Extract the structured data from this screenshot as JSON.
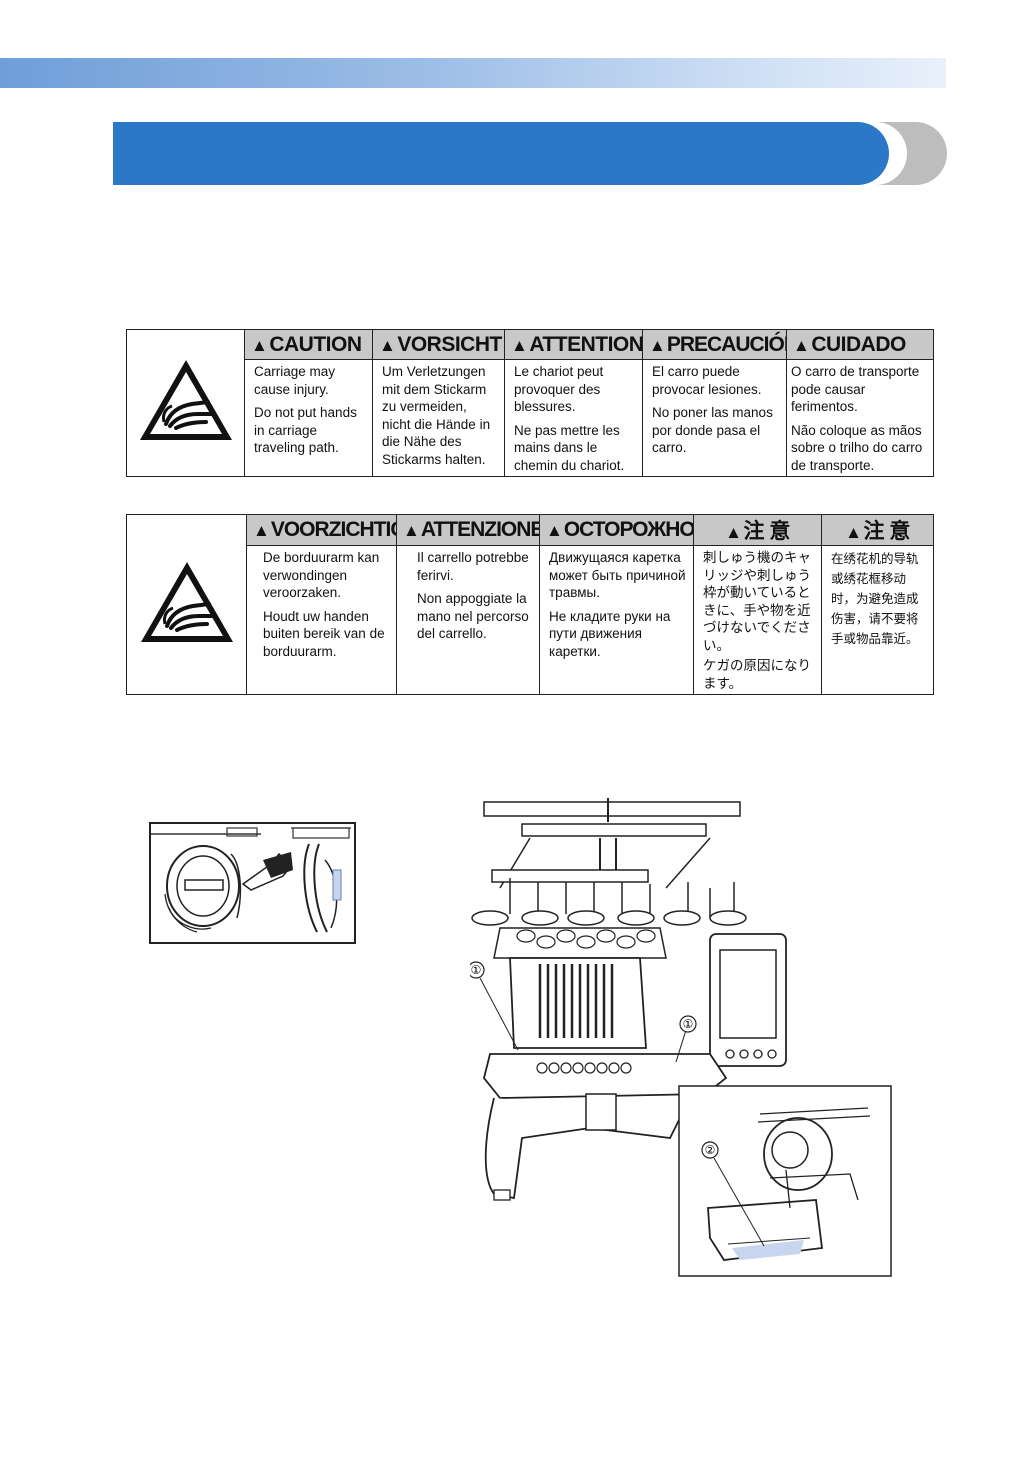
{
  "tables": [
    {
      "headers": [
        "CAUTION",
        "VORSICHT",
        "ATTENTION",
        "PRECAUCIÓN",
        "CUIDADO"
      ],
      "cells": [
        [
          "Carriage may cause injury.",
          "Do not put hands in carriage traveling path."
        ],
        [
          "Um Verletzungen mit dem Stickarm zu vermeiden, nicht die Hände in die Nähe des Stickarms halten."
        ],
        [
          "Le chariot peut provoquer des blessures.",
          "Ne pas mettre les mains dans le chemin du chariot."
        ],
        [
          "El carro puede provocar lesiones.",
          "No poner las manos por donde pasa el carro."
        ],
        [
          "O carro de transporte pode causar ferimentos.",
          "Não coloque as mãos sobre o trilho do carro de transporte."
        ]
      ]
    },
    {
      "headers": [
        "VOORZICHTIG",
        "ATTENZIONE",
        "ОСТОРОЖНО!",
        "注 意",
        "注 意"
      ],
      "cells": [
        [
          "De borduurarm kan verwondingen veroorzaken.",
          "Houdt uw handen buiten bereik van de borduurarm."
        ],
        [
          "Il carrello potrebbe ferirvi.",
          "Non appoggiate la mano nel percorso del carrello."
        ],
        [
          "Движущаяся каретка может быть причиной травмы.",
          "Не кладите руки на пути движения каретки."
        ],
        [
          "刺しゅう機のキャリッジや刺しゅう枠が動いているときに、手や物を近づけないでください。",
          "ケガの原因になります。"
        ],
        [
          "在绣花机的导轨或绣花框移动时，为避免造成伤害，请不要将手或物品靠近。"
        ]
      ]
    }
  ],
  "icons": {
    "warning_triangle": "warning-triangle-icon",
    "hand_pinch": "hand-pinch-warning-icon"
  },
  "figure": {
    "callout_1": "①",
    "callout_2": "②"
  },
  "colors": {
    "title_bar": "#2c78c8",
    "header_band": "#6f9ed9",
    "table_header_bg": "#c8c8c8"
  }
}
